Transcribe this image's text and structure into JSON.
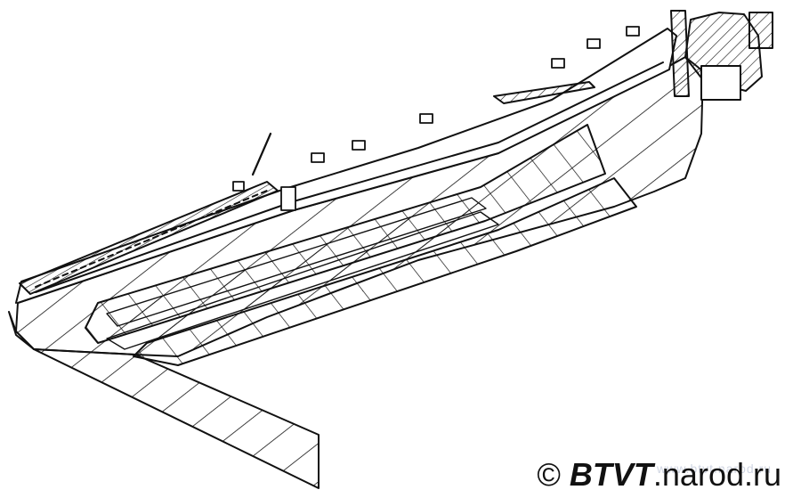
{
  "credit": {
    "symbol": "©",
    "brand": "BTVT",
    "domain": ".narod.ru"
  },
  "watermark": {
    "text": "www.btvt.narod.ru"
  },
  "colors": {
    "line": "#111111",
    "background": "#ffffff"
  }
}
